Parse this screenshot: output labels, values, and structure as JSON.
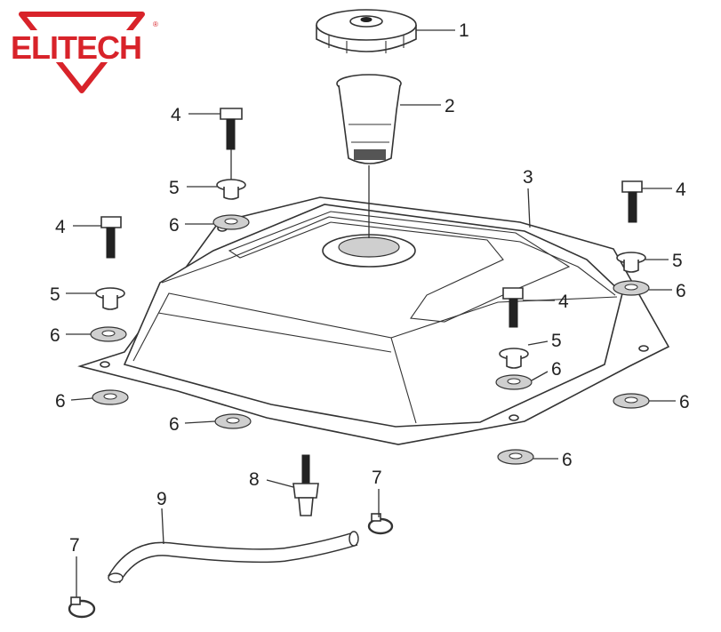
{
  "brand": {
    "name": "ELITECH",
    "registered_mark": "®",
    "color": "#d8232a"
  },
  "callouts": [
    {
      "id": "c1",
      "label": "1"
    },
    {
      "id": "c2",
      "label": "2"
    },
    {
      "id": "c3",
      "label": "3"
    },
    {
      "id": "c4a",
      "label": "4"
    },
    {
      "id": "c4b",
      "label": "4"
    },
    {
      "id": "c4c",
      "label": "4"
    },
    {
      "id": "c4d",
      "label": "4"
    },
    {
      "id": "c5a",
      "label": "5"
    },
    {
      "id": "c5b",
      "label": "5"
    },
    {
      "id": "c5c",
      "label": "5"
    },
    {
      "id": "c5d",
      "label": "5"
    },
    {
      "id": "c6a",
      "label": "6"
    },
    {
      "id": "c6b",
      "label": "6"
    },
    {
      "id": "c6c",
      "label": "6"
    },
    {
      "id": "c6d",
      "label": "6"
    },
    {
      "id": "c6e",
      "label": "6"
    },
    {
      "id": "c6f",
      "label": "6"
    },
    {
      "id": "c6g",
      "label": "6"
    },
    {
      "id": "c6h",
      "label": "6"
    },
    {
      "id": "c7a",
      "label": "7"
    },
    {
      "id": "c7b",
      "label": "7"
    },
    {
      "id": "c8",
      "label": "8"
    },
    {
      "id": "c9",
      "label": "9"
    }
  ]
}
